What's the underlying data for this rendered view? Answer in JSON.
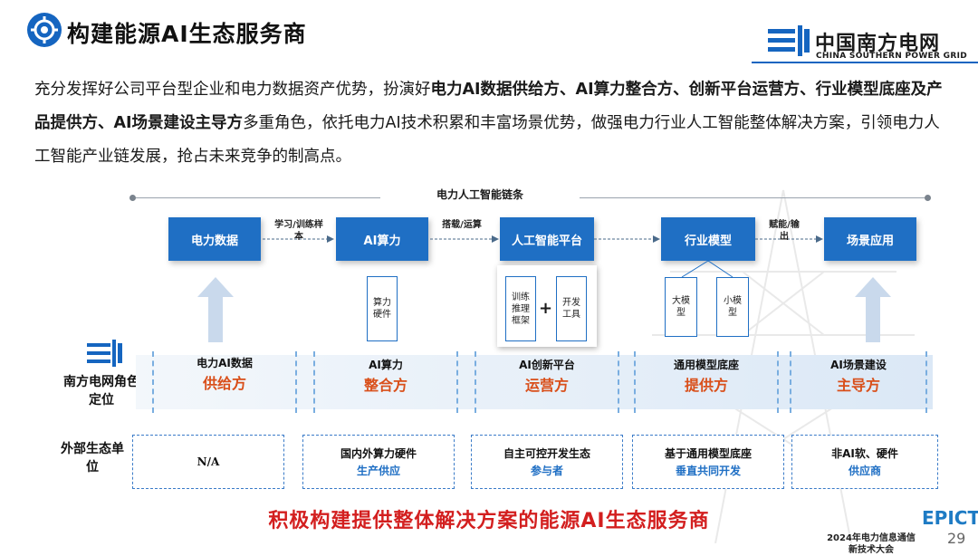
{
  "header": {
    "title": "构建能源AI生态服务商",
    "logo_cn": "中国南方电网",
    "logo_en": "CHINA SOUTHERN POWER GRID"
  },
  "intro": {
    "p1": "充分发挥好公司平台型企业和电力数据资产优势，扮演好",
    "b1": "电力AI数据供给方、AI算力整合方、创新平台运营方、行业模型底座及产品提供方、AI场景建设主导方",
    "p2": "多重角色，依托电力AI技术积累和丰富场景优势，做强电力行业人工智能整体解决方案，引领电力人工智能产业链发展，抢占未来竞争的制高点。"
  },
  "chain": {
    "label": "电力人工智能链条",
    "nodes": [
      "电力数据",
      "AI算力",
      "人工智能平台",
      "行业模型",
      "场景应用"
    ],
    "links": [
      "学习/训练样本",
      "搭载/运算",
      "",
      "赋能/输出"
    ],
    "sub_compute": "算力硬件",
    "sub_platform_a": "训练推理框架",
    "sub_platform_plus": "+",
    "sub_platform_b": "开发工具",
    "sub_model_a": "大模型",
    "sub_model_b": "小模型"
  },
  "roles": {
    "side_label": "南方电网角色定位",
    "items": [
      {
        "top": "电力AI数据",
        "main": "供给方"
      },
      {
        "top": "AI算力",
        "main": "整合方"
      },
      {
        "top": "AI创新平台",
        "main": "运营方"
      },
      {
        "top": "通用模型底座",
        "main": "提供方"
      },
      {
        "top": "AI场景建设",
        "main": "主导方"
      }
    ]
  },
  "external": {
    "side_label": "外部生态单位",
    "items": [
      {
        "a": "N/A",
        "b": ""
      },
      {
        "a": "国内外算力硬件",
        "b": "生产供应"
      },
      {
        "a": "自主可控开发生态",
        "b": "参与者"
      },
      {
        "a": "基于通用模型底座",
        "b": "垂直共同开发"
      },
      {
        "a": "非AI软、硬件",
        "b": "供应商"
      }
    ]
  },
  "footer": {
    "title": "积极构建提供整体解决方案的能源AI生态服务商",
    "conference": "2024年电力信息通信新技术大会",
    "brand": "EPICT",
    "page": "29"
  },
  "colors": {
    "accent": "#1f6fc4",
    "role": "#d94f1a",
    "headline": "#d31f1f"
  }
}
